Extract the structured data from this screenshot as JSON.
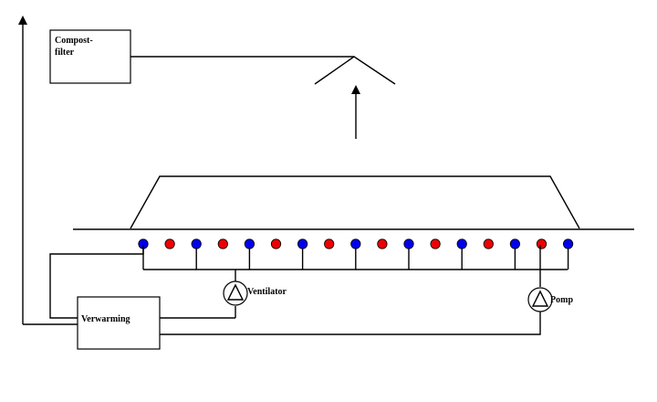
{
  "labels": {
    "compost_filter_line1": "Compost-",
    "compost_filter_line2": "filter",
    "heater": "Verwarming",
    "fan": "Ventilator",
    "pump": "Pomp"
  },
  "nozzle_pattern": [
    "blue",
    "red",
    "blue",
    "red",
    "blue",
    "red",
    "blue",
    "red",
    "blue",
    "red",
    "blue",
    "red",
    "blue",
    "red",
    "blue",
    "red",
    "blue"
  ],
  "colors": {
    "blue": "#0000ee",
    "red": "#ee0000",
    "line": "#000000"
  }
}
